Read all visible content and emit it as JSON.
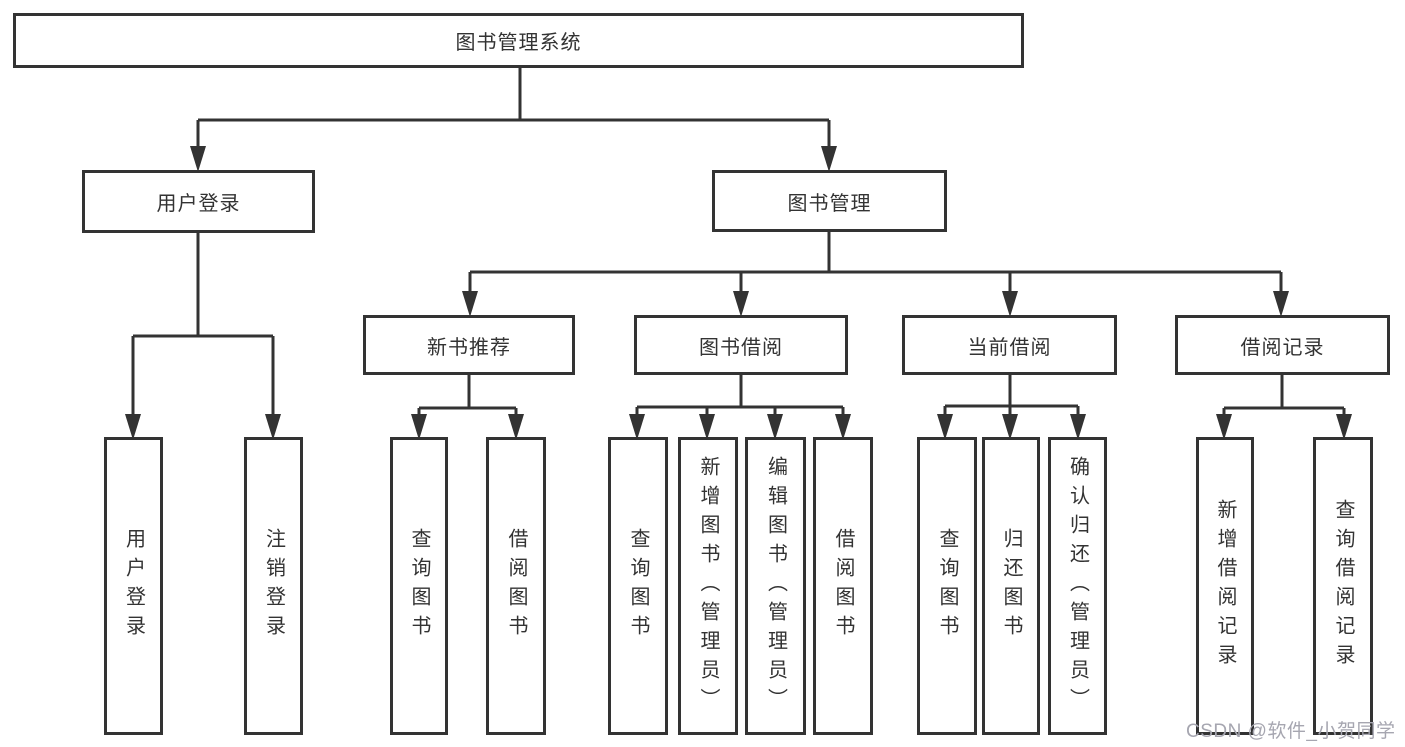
{
  "diagram": {
    "title": "图书管理系统",
    "level2": {
      "user_login": "用户登录",
      "book_management": "图书管理"
    },
    "level3": {
      "new_book_recommend": "新书推荐",
      "book_borrow": "图书借阅",
      "current_borrow": "当前借阅",
      "borrow_records": "借阅记录"
    },
    "leaves": {
      "user_login": "用户登录",
      "logout": "注销登录",
      "nb_query_books": "查询图书",
      "nb_borrow_books": "借阅图书",
      "bb_query_books": "查询图书",
      "bb_add_books": "新增图书（管理员）",
      "bb_edit_books": "编辑图书（管理员）",
      "bb_borrow_books": "借阅图书",
      "cb_query_books": "查询图书",
      "cb_return_books": "归还图书",
      "cb_confirm_return": "确认归还（管理员）",
      "br_add_record": "新增借阅记录",
      "br_query_record": "查询借阅记录"
    }
  },
  "watermark": {
    "text": "CSDN @软件_小贺同学"
  },
  "colors": {
    "line": "#333333",
    "box_border": "#333333",
    "box_background": "#ffffff",
    "text": "#333333",
    "watermark": "#a6a6b0",
    "page_background": "#ffffff"
  }
}
